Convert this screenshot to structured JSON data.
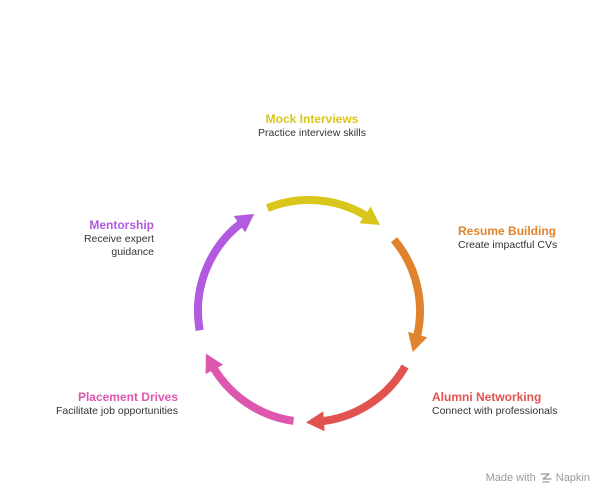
{
  "diagram": {
    "center": "",
    "nodes": [
      {
        "id": "mock",
        "title": "Mock Interviews",
        "desc": "Practice interview skills",
        "color": "#d9c61a"
      },
      {
        "id": "resume",
        "title": "Resume Building",
        "desc": "Create impactful CVs",
        "color": "#e0832e"
      },
      {
        "id": "alumni",
        "title": "Alumni Networking",
        "desc": "Connect with professionals",
        "color": "#e2524f"
      },
      {
        "id": "placement",
        "title": "Placement Drives",
        "desc": "Facilitate job opportunities",
        "color": "#dd57ae"
      },
      {
        "id": "mentor",
        "title": "Mentorship",
        "desc": "Receive expert guidance",
        "color": "#b25be1"
      }
    ]
  },
  "watermark": {
    "made_with": "Made with",
    "brand": "Napkin",
    "icon": "napkin-logo-icon"
  }
}
